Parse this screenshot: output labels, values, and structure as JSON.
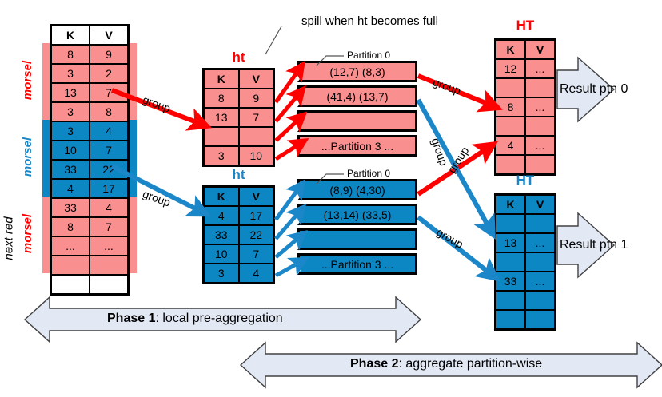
{
  "colors": {
    "red": "#FA8F8F",
    "blue": "#0C87C4",
    "red_text": "#FF0000",
    "blue_text": "#1B87C9",
    "arrow_fill": "#E2E9F5"
  },
  "stream": {
    "name": "input-stream",
    "header": [
      "K",
      "V"
    ],
    "rows": [
      {
        "k": "8",
        "v": "9",
        "color": "red"
      },
      {
        "k": "3",
        "v": "2",
        "color": "red"
      },
      {
        "k": "13",
        "v": "7",
        "color": "red"
      },
      {
        "k": "3",
        "v": "8",
        "color": "red"
      },
      {
        "k": "3",
        "v": "4",
        "color": "blue"
      },
      {
        "k": "10",
        "v": "7",
        "color": "blue"
      },
      {
        "k": "33",
        "v": "22",
        "color": "blue"
      },
      {
        "k": "4",
        "v": "17",
        "color": "blue"
      },
      {
        "k": "33",
        "v": "4",
        "color": "red"
      },
      {
        "k": "8",
        "v": "7",
        "color": "red"
      },
      {
        "k": "...",
        "v": "...",
        "color": "red"
      },
      {
        "k": "",
        "v": "",
        "color": "red"
      },
      {
        "k": "",
        "v": "",
        "color": "white"
      }
    ],
    "labels": {
      "morsel_1": "morsel",
      "morsel_2": "morsel",
      "morsel_3": "morsel",
      "next_red": "next red"
    }
  },
  "ht_red": {
    "caption": "ht",
    "header": [
      "K",
      "V"
    ],
    "rows": [
      {
        "k": "8",
        "v": "9"
      },
      {
        "k": "13",
        "v": "7"
      },
      {
        "k": "",
        "v": ""
      },
      {
        "k": "3",
        "v": "10"
      }
    ]
  },
  "ht_blue": {
    "caption": "ht",
    "header": [
      "K",
      "V"
    ],
    "rows": [
      {
        "k": "4",
        "v": "17"
      },
      {
        "k": "33",
        "v": "22"
      },
      {
        "k": "10",
        "v": "7"
      },
      {
        "k": "3",
        "v": "4"
      }
    ]
  },
  "partitions_red": {
    "label": "Partition 0",
    "bars": [
      "(12,7)  (8,3)",
      "(41,4) (13,7)",
      "",
      "...Partition 3 ..."
    ]
  },
  "partitions_blue": {
    "label": "Partition 0",
    "bars": [
      "(8,9)  (4,30)",
      "(13,14) (33,5)",
      "",
      "...Partition 3 ..."
    ]
  },
  "HT_red": {
    "caption": "HT",
    "header": [
      "K",
      "V"
    ],
    "rows": [
      {
        "k": "12",
        "v": "..."
      },
      {
        "k": "",
        "v": ""
      },
      {
        "k": "8",
        "v": "..."
      },
      {
        "k": "",
        "v": ""
      },
      {
        "k": "4",
        "v": "..."
      },
      {
        "k": "",
        "v": ""
      }
    ]
  },
  "HT_blue": {
    "caption": "HT",
    "header": [
      "K",
      "V"
    ],
    "rows": [
      {
        "k": "",
        "v": ""
      },
      {
        "k": "13",
        "v": "..."
      },
      {
        "k": "",
        "v": ""
      },
      {
        "k": "33",
        "v": "..."
      },
      {
        "k": "",
        "v": ""
      },
      {
        "k": "",
        "v": ""
      }
    ]
  },
  "notes": {
    "spill": "spill when ht becomes full"
  },
  "group_labels": {
    "g1": "group",
    "g2": "group",
    "g3": "group",
    "g4": "group",
    "g5": "group",
    "g6": "group"
  },
  "results": {
    "ptn0": "Result ptn 0",
    "ptn1": "Result ptn 1"
  },
  "phases": {
    "phase1_bold": "Phase 1",
    "phase1_rest": ": local pre-aggregation",
    "phase2_bold": "Phase 2",
    "phase2_rest": ": aggregate partition-wise"
  }
}
